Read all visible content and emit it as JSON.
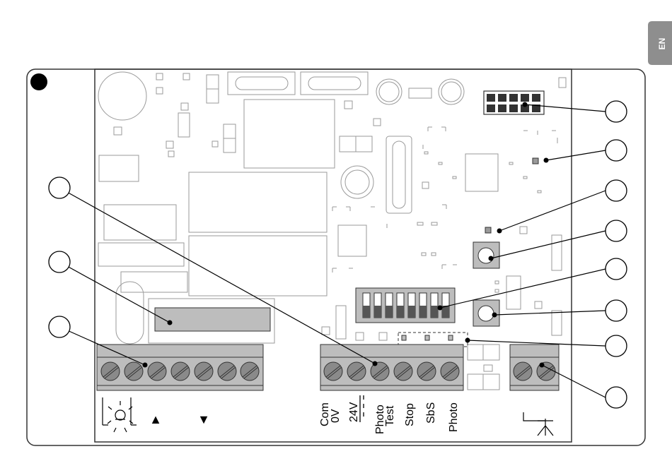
{
  "language_tab": "EN",
  "terminals": {
    "left_up_arrow": "▲",
    "left_down_arrow": "▼",
    "com_line1": "Com",
    "com_line2": "0V",
    "v24": "24V",
    "photo_test_line1": "Photo",
    "photo_test_line2": "Test",
    "stop": "Stop",
    "sbs": "SbS",
    "photo": "Photo"
  },
  "colors": {
    "board_stroke": "#333333",
    "component_stroke": "#9a9a9a",
    "terminal_fill": "#bdbdbd",
    "screw_fill": "#8a8a8a",
    "tab_fill": "#8e8e8e"
  },
  "icons": [
    "flashing-lamp-icon",
    "up-arrow-icon",
    "down-arrow-icon",
    "antenna-icon"
  ]
}
